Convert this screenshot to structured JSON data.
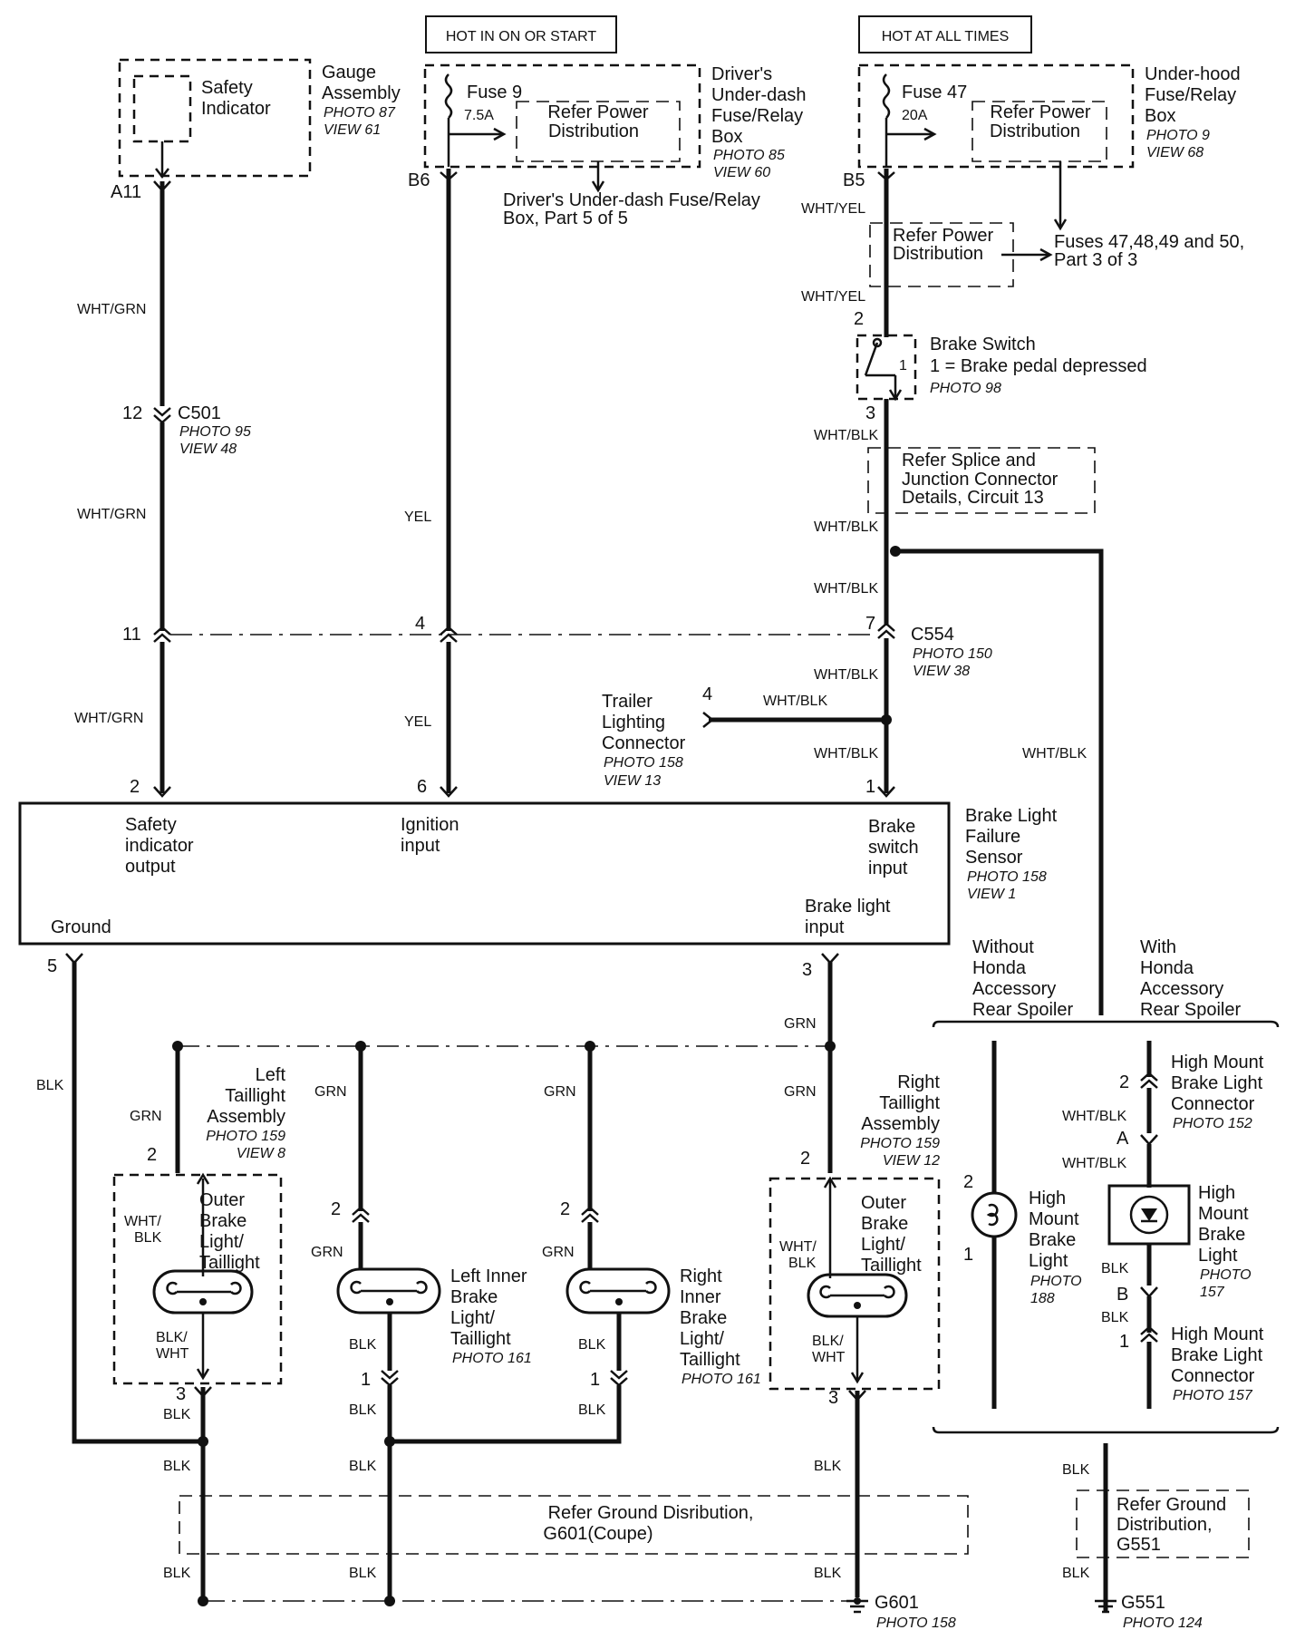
{
  "top_labels": {
    "hot_in_on": "HOT IN ON OR START",
    "hot_all_times": "HOT AT ALL TIMES"
  },
  "gauge": {
    "title": [
      "Safety",
      "Indicator"
    ],
    "name": [
      "Gauge",
      "Assembly"
    ],
    "photo": "PHOTO 87",
    "view": "VIEW 61",
    "pin": "A11"
  },
  "driver_fuse_box": {
    "fuse": "Fuse 9",
    "rating": "7.5A",
    "refer": [
      "Refer Power",
      "Distribution"
    ],
    "name": [
      "Driver's",
      "Under-dash",
      "Fuse/Relay",
      "Box"
    ],
    "photo": "PHOTO 85",
    "view": "VIEW 60",
    "pin": "B6",
    "note": [
      "Driver's Under-dash Fuse/Relay",
      "Box, Part 5 of 5"
    ]
  },
  "underhood_fuse_box": {
    "fuse": "Fuse 47",
    "rating": "20A",
    "refer": [
      "Refer Power",
      "Distribution"
    ],
    "name": [
      "Under-hood",
      "Fuse/Relay",
      "Box"
    ],
    "photo": "PHOTO 9",
    "view": "VIEW 68",
    "pin": "B5",
    "note": [
      "Fuses 47,48,49 and 50,",
      "Part 3 of 3"
    ]
  },
  "refer_power_mid": [
    "Refer Power",
    "Distribution"
  ],
  "brake_switch": {
    "name": "Brake Switch",
    "desc": "1 = Brake pedal depressed",
    "photo": "PHOTO 98",
    "pin_top": "2",
    "pin_bottom": "3",
    "pin_side": "1"
  },
  "splice_ref": [
    "Refer Splice and",
    "Junction Connector",
    "Details, Circuit 13"
  ],
  "c501": {
    "name": "C501",
    "photo": "PHOTO 95",
    "view": "VIEW 48",
    "pin_a": "12",
    "pin_b": "11",
    "pin_c": "4"
  },
  "c554": {
    "name": "C554",
    "photo": "PHOTO 150",
    "view": "VIEW 38",
    "pin": "7"
  },
  "trailer": {
    "name": [
      "Trailer",
      "Lighting",
      "Connector"
    ],
    "photo": "PHOTO 158",
    "view": "VIEW 13",
    "pin": "4"
  },
  "sensor": {
    "name": [
      "Brake Light",
      "Failure",
      "Sensor"
    ],
    "photo": "PHOTO 158",
    "view": "VIEW 1",
    "safety_output": [
      "Safety",
      "indicator",
      "output"
    ],
    "ignition_input": [
      "Ignition",
      "input"
    ],
    "brake_switch_input": [
      "Brake",
      "switch",
      "input"
    ],
    "brake_light_input": [
      "Brake light",
      "input"
    ],
    "ground": "Ground",
    "pins": {
      "p2": "2",
      "p6": "6",
      "p1": "1",
      "p5": "5",
      "p3": "3"
    }
  },
  "wire_colors": {
    "wht_grn": "WHT/GRN",
    "yel": "YEL",
    "wht_yel": "WHT/YEL",
    "wht_blk": "WHT/BLK",
    "blk": "BLK",
    "grn": "GRN",
    "wht_blk_split": [
      "WHT/",
      "BLK"
    ],
    "blk_wht_split": [
      "BLK/",
      "WHT"
    ]
  },
  "spoiler": {
    "without": [
      "Without",
      "Honda",
      "Accessory",
      "Rear Spoiler"
    ],
    "with": [
      "With",
      "Honda",
      "Accessory",
      "Rear Spoiler"
    ]
  },
  "left_taillight": {
    "name": [
      "Left",
      "Taillight",
      "Assembly"
    ],
    "photo": "PHOTO 159",
    "view": "VIEW 8",
    "bulb": [
      "Outer",
      "Brake",
      "Light/",
      "Taillight"
    ],
    "pin_top": "2",
    "pin_bottom": "3"
  },
  "left_inner": {
    "name": [
      "Left Inner",
      "Brake",
      "Light/",
      "Taillight"
    ],
    "photo": "PHOTO 161",
    "pin_top": "2",
    "pin_bottom": "1"
  },
  "right_inner": {
    "name": [
      "Right",
      "Inner",
      "Brake",
      "Light/",
      "Taillight"
    ],
    "photo": "PHOTO 161",
    "pin_top": "2",
    "pin_bottom": "1"
  },
  "right_taillight": {
    "name": [
      "Right",
      "Taillight",
      "Assembly"
    ],
    "photo": "PHOTO 159",
    "view": "VIEW 12",
    "bulb": [
      "Outer",
      "Brake",
      "Light/",
      "Taillight"
    ],
    "pin_top": "2",
    "pin_bottom": "3"
  },
  "high_mount_bulb": {
    "name": [
      "High",
      "Mount",
      "Brake",
      "Light"
    ],
    "photo": "PHOTO",
    "photo_num": "188",
    "pin_top": "2",
    "pin_bottom": "1"
  },
  "high_mount_led": {
    "name": [
      "High",
      "Mount",
      "Brake",
      "Light"
    ],
    "photo": "PHOTO",
    "photo_num": "157",
    "pin_a": "A",
    "pin_b": "B"
  },
  "hm_connector_top": {
    "name": [
      "High Mount",
      "Brake Light",
      "Connector"
    ],
    "photo": "PHOTO 152",
    "pin": "2"
  },
  "hm_connector_bottom": {
    "name": [
      "High Mount",
      "Brake Light",
      "Connector"
    ],
    "photo": "PHOTO 157",
    "pin": "1"
  },
  "ground_ref_g601": [
    "Refer Ground Disribution,",
    "G601(Coupe)"
  ],
  "ground_ref_g551": [
    "Refer Ground",
    "Distribution,",
    "G551"
  ],
  "g601": {
    "name": "G601",
    "photo": "PHOTO 158"
  },
  "g551": {
    "name": "G551",
    "photo": "PHOTO 124"
  }
}
